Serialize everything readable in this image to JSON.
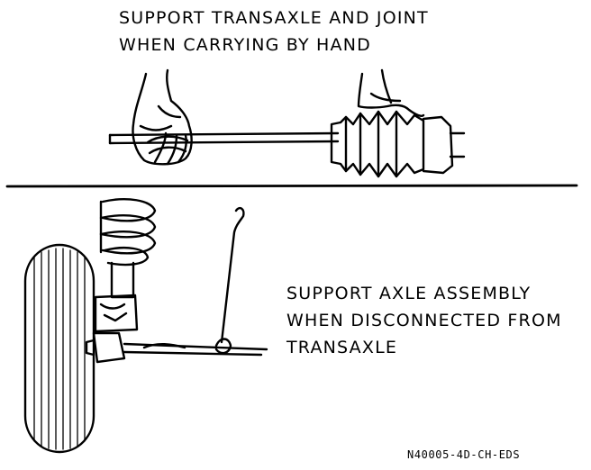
{
  "top_panel": {
    "caption_lines": [
      "SUPPORT TRANSAXLE AND JOINT",
      "WHEN CARRYING BY HAND"
    ]
  },
  "bottom_panel": {
    "caption_lines": [
      "SUPPORT AXLE ASSEMBLY",
      "WHEN DISCONNECTED FROM",
      "TRANSAXLE"
    ]
  },
  "figure_code": "N40005-4D-CH-EDS"
}
